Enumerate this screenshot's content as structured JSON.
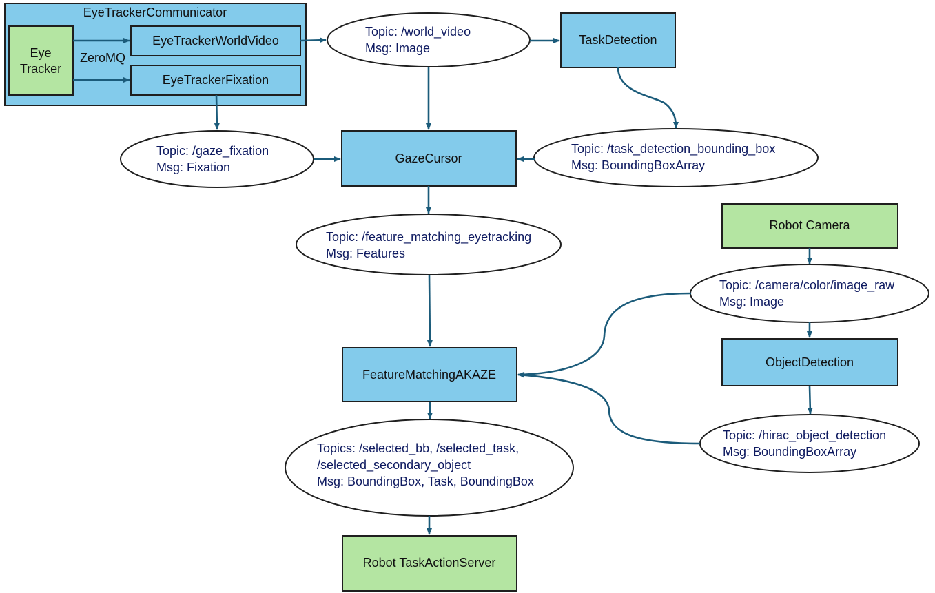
{
  "communicator": {
    "title": "EyeTrackerCommunicator",
    "protocol": "ZeroMQ"
  },
  "nodes": {
    "eye_tracker": [
      "Eye",
      "Tracker"
    ],
    "world_video": "EyeTrackerWorldVideo",
    "fixation": "EyeTrackerFixation",
    "task_detection": "TaskDetection",
    "gaze_cursor": "GazeCursor",
    "robot_camera": "Robot Camera",
    "object_detection": "ObjectDetection",
    "feature_matching": "FeatureMatchingAKAZE",
    "action_server": "Robot TaskActionServer"
  },
  "topics": {
    "world_video": [
      "Topic: /world_video",
      "Msg: Image"
    ],
    "gaze_fixation": [
      "Topic: /gaze_fixation",
      "Msg: Fixation"
    ],
    "task_bbox": [
      "Topic: /task_detection_bounding_box",
      "Msg: BoundingBoxArray"
    ],
    "feature_matching": [
      "Topic: /feature_matching_eyetracking",
      "Msg: Features"
    ],
    "camera": [
      "Topic: /camera/color/image_raw",
      "Msg: Image"
    ],
    "object_detection": [
      "Topic: /hirac_object_detection",
      "Msg: BoundingBoxArray"
    ],
    "selected": [
      "Topics: /selected_bb, /selected_task,",
      "/selected_secondary_object",
      "Msg: BoundingBox, Task, BoundingBox"
    ]
  },
  "colors": {
    "process": "#83cbeb",
    "device": "#b4e5a2",
    "arrow": "#1b5b7a",
    "topic_text": "#0e1a60"
  }
}
